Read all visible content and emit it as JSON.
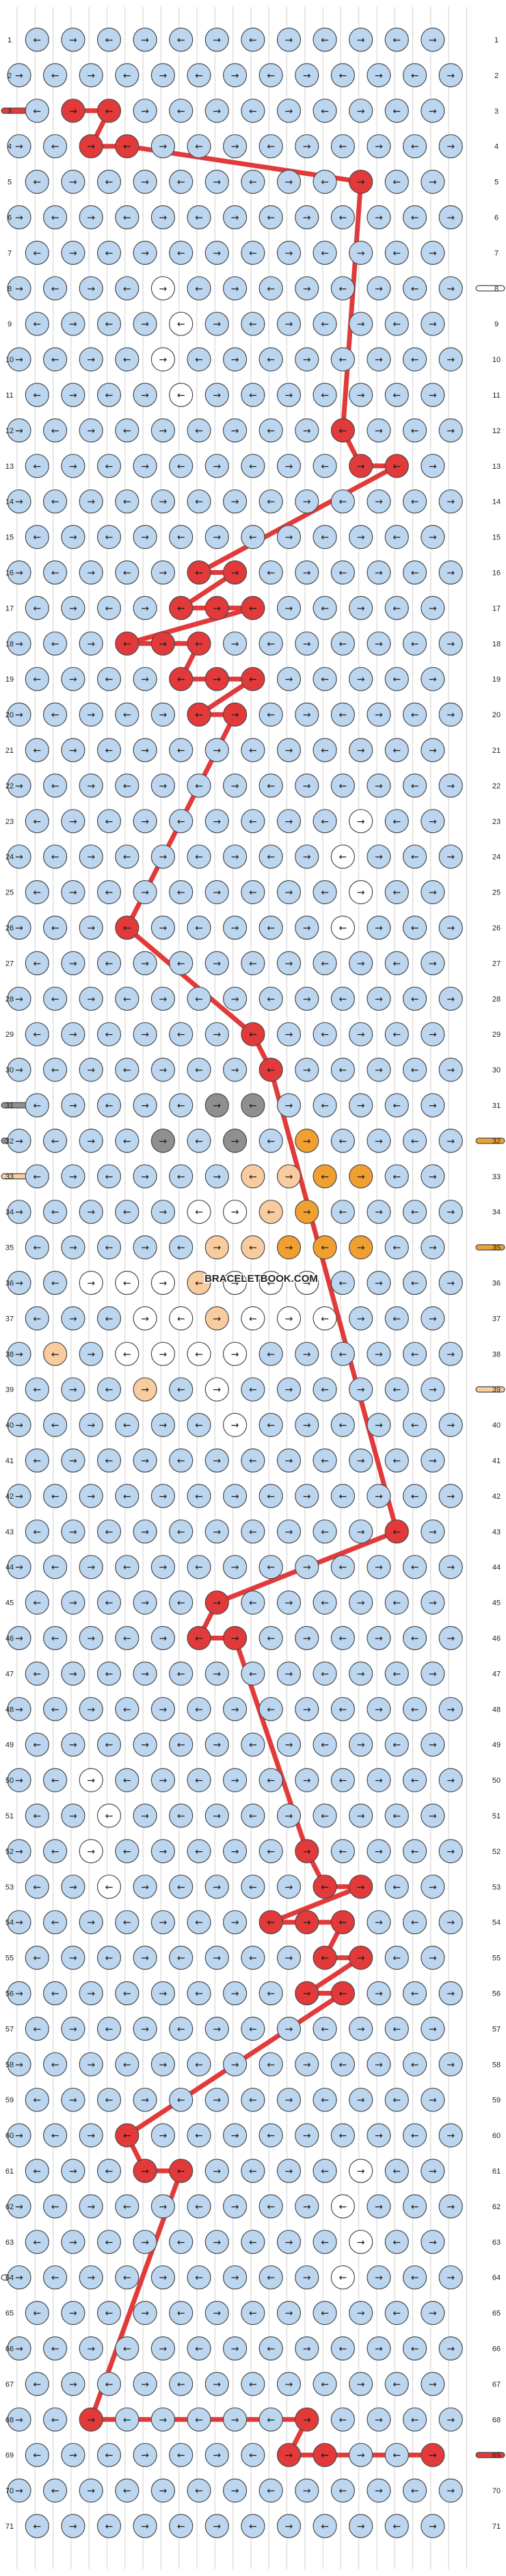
{
  "watermark": "BRACELETBOOK.COM",
  "pattern": {
    "columns": 12,
    "rows": 71,
    "row_labels": [
      "1",
      "2",
      "3",
      "4",
      "5",
      "6",
      "7",
      "8",
      "9",
      "10",
      "11",
      "12",
      "13",
      "14",
      "15",
      "16",
      "17",
      "18",
      "19",
      "20",
      "21",
      "22",
      "23",
      "24",
      "25",
      "26",
      "27",
      "28",
      "29",
      "30",
      "31",
      "32",
      "33",
      "34",
      "35",
      "36",
      "37",
      "38",
      "39",
      "40",
      "41",
      "42",
      "43",
      "44",
      "45",
      "46",
      "47",
      "48",
      "49",
      "50",
      "51",
      "52",
      "53",
      "54",
      "55",
      "56",
      "57",
      "58",
      "59",
      "60",
      "61",
      "62",
      "63",
      "64",
      "65",
      "66",
      "67",
      "68",
      "69",
      "70",
      "71"
    ]
  },
  "colors": {
    "background_blue": "#bcd6f0",
    "red": "#e23a3a",
    "white": "#ffffff",
    "peach": "#f9cc9f",
    "orange": "#f0a030",
    "gray": "#8f8f8f",
    "outline": "#4a4a4a"
  },
  "legend": {
    "strings": [
      {
        "row": "3",
        "side": "left",
        "color": "red"
      },
      {
        "row": "8",
        "side": "right",
        "color": "white"
      },
      {
        "row": "31",
        "side": "left",
        "color": "gray"
      },
      {
        "row": "32",
        "side": "left",
        "color": "gray"
      },
      {
        "row": "32",
        "side": "right",
        "color": "orange"
      },
      {
        "row": "33",
        "side": "left",
        "color": "peach"
      },
      {
        "row": "35",
        "side": "right",
        "color": "orange"
      },
      {
        "row": "39",
        "side": "right",
        "color": "peach"
      },
      {
        "row": "64",
        "side": "left",
        "color": "white"
      },
      {
        "row": "69",
        "side": "right",
        "color": "red"
      }
    ]
  },
  "knots": {
    "red": [
      [
        "3",
        "1"
      ],
      [
        "3",
        "2"
      ],
      [
        "4",
        "2"
      ],
      [
        "4",
        "3"
      ],
      [
        "5",
        "9"
      ],
      [
        "12",
        "9"
      ],
      [
        "13",
        "9"
      ],
      [
        "13",
        "10"
      ],
      [
        "16",
        "5"
      ],
      [
        "16",
        "6"
      ],
      [
        "17",
        "4"
      ],
      [
        "17",
        "5"
      ],
      [
        "17",
        "6"
      ],
      [
        "18",
        "3"
      ],
      [
        "18",
        "4"
      ],
      [
        "18",
        "5"
      ],
      [
        "19",
        "4"
      ],
      [
        "19",
        "5"
      ],
      [
        "19",
        "6"
      ],
      [
        "20",
        "5"
      ],
      [
        "20",
        "6"
      ],
      [
        "26",
        "3"
      ],
      [
        "29",
        "6"
      ],
      [
        "30",
        "7"
      ],
      [
        "43",
        "10"
      ],
      [
        "45",
        "5"
      ],
      [
        "46",
        "5"
      ],
      [
        "46",
        "6"
      ],
      [
        "52",
        "8"
      ],
      [
        "53",
        "8"
      ],
      [
        "53",
        "9"
      ],
      [
        "54",
        "7"
      ],
      [
        "54",
        "8"
      ],
      [
        "54",
        "9"
      ],
      [
        "55",
        "8"
      ],
      [
        "55",
        "9"
      ],
      [
        "56",
        "8"
      ],
      [
        "56",
        "9"
      ],
      [
        "60",
        "3"
      ],
      [
        "61",
        "3"
      ],
      [
        "61",
        "4"
      ],
      [
        "68",
        "2"
      ],
      [
        "68",
        "8"
      ],
      [
        "69",
        "7"
      ],
      [
        "69",
        "8"
      ],
      [
        "69",
        "11"
      ]
    ],
    "white": [
      [
        "8",
        "4"
      ],
      [
        "9",
        "4"
      ],
      [
        "10",
        "4"
      ],
      [
        "11",
        "4"
      ],
      [
        "23",
        "9"
      ],
      [
        "24",
        "9"
      ],
      [
        "25",
        "9"
      ],
      [
        "26",
        "9"
      ],
      [
        "33",
        "7"
      ],
      [
        "34",
        "5"
      ],
      [
        "34",
        "6"
      ],
      [
        "36",
        "2"
      ],
      [
        "36",
        "3"
      ],
      [
        "36",
        "4"
      ],
      [
        "36",
        "6"
      ],
      [
        "36",
        "7"
      ],
      [
        "36",
        "8"
      ],
      [
        "37",
        "3"
      ],
      [
        "37",
        "4"
      ],
      [
        "37",
        "5"
      ],
      [
        "37",
        "6"
      ],
      [
        "37",
        "7"
      ],
      [
        "37",
        "8"
      ],
      [
        "38",
        "3"
      ],
      [
        "38",
        "4"
      ],
      [
        "38",
        "5"
      ],
      [
        "38",
        "6"
      ],
      [
        "39",
        "5"
      ],
      [
        "40",
        "6"
      ],
      [
        "50",
        "2"
      ],
      [
        "51",
        "2"
      ],
      [
        "52",
        "2"
      ],
      [
        "53",
        "2"
      ],
      [
        "61",
        "9"
      ],
      [
        "62",
        "9"
      ],
      [
        "63",
        "9"
      ],
      [
        "64",
        "9"
      ]
    ],
    "peach": [
      [
        "33",
        "6"
      ],
      [
        "33",
        "7"
      ],
      [
        "34",
        "7"
      ],
      [
        "35",
        "5"
      ],
      [
        "35",
        "6"
      ],
      [
        "36",
        "5"
      ],
      [
        "37",
        "5"
      ],
      [
        "38",
        "1"
      ],
      [
        "39",
        "3"
      ]
    ],
    "orange": [
      [
        "32",
        "8"
      ],
      [
        "33",
        "8"
      ],
      [
        "33",
        "9"
      ],
      [
        "34",
        "8"
      ],
      [
        "35",
        "7"
      ],
      [
        "35",
        "8"
      ],
      [
        "35",
        "9"
      ]
    ],
    "gray": [
      [
        "31",
        "5"
      ],
      [
        "31",
        "6"
      ],
      [
        "32",
        "4"
      ],
      [
        "32",
        "6"
      ]
    ]
  }
}
